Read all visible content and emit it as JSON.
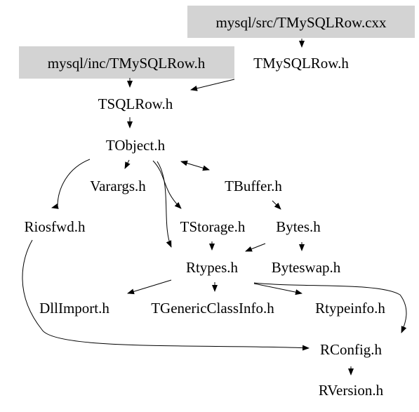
{
  "graph": {
    "nodes": {
      "src_cxx": "mysql/src/TMySQLRow.cxx",
      "inc_h": "mysql/inc/TMySQLRow.h",
      "tmysqlrow": "TMySQLRow.h",
      "tsqlrow": "TSQLRow.h",
      "tobject": "TObject.h",
      "varargs": "Varargs.h",
      "tbuffer": "TBuffer.h",
      "riosfwd": "Riosfwd.h",
      "tstorage": "TStorage.h",
      "bytes": "Bytes.h",
      "rtypes": "Rtypes.h",
      "byteswap": "Byteswap.h",
      "dllimport": "DllImport.h",
      "tgenericclassinfo": "TGenericClassInfo.h",
      "rtypeinfo": "Rtypeinfo.h",
      "rconfig": "RConfig.h",
      "rversion": "RVersion.h"
    },
    "highlight_color": "#d3d3d3"
  }
}
